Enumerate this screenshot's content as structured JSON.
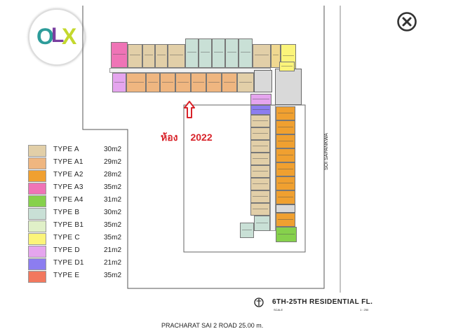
{
  "logo": {
    "brand": "OLX",
    "letters": [
      "O",
      "L",
      "X"
    ],
    "colors": [
      "#2d9c9a",
      "#7a3fa0",
      "#c4d82e"
    ]
  },
  "close_icon": "close-circle-icon",
  "legend": [
    {
      "type": "TYPE A",
      "area": "30m2",
      "color": "#e2cfa8"
    },
    {
      "type": "TYPE A1",
      "area": "29m2",
      "color": "#efb680"
    },
    {
      "type": "TYPE A2",
      "area": "28m2",
      "color": "#f0a030"
    },
    {
      "type": "TYPE A3",
      "area": "35m2",
      "color": "#ef74b6"
    },
    {
      "type": "TYPE A4",
      "area": "31m2",
      "color": "#86d14c"
    },
    {
      "type": "TYPE B",
      "area": "30m2",
      "color": "#c9e0d6"
    },
    {
      "type": "TYPE B1",
      "area": "35m2",
      "color": "#e0f0c8"
    },
    {
      "type": "TYPE C",
      "area": "35m2",
      "color": "#fbf47a"
    },
    {
      "type": "TYPE D",
      "area": "21m2",
      "color": "#e5a5ee"
    },
    {
      "type": "TYPE D1",
      "area": "21m2",
      "color": "#8c7df0"
    },
    {
      "type": "TYPE E",
      "area": "35m2",
      "color": "#f2785e"
    }
  ],
  "room": {
    "label": "ห้อง",
    "number": "2022",
    "color": "#d8232a"
  },
  "floor_title": "6TH-25TH RESIDENTIAL FL.",
  "scale_label": "SCALE",
  "scale_value": "1 : 250",
  "road": "PRACHARAT SAI 2 ROAD 25.00 m.",
  "soi": "SOI SAPANKWA"
}
